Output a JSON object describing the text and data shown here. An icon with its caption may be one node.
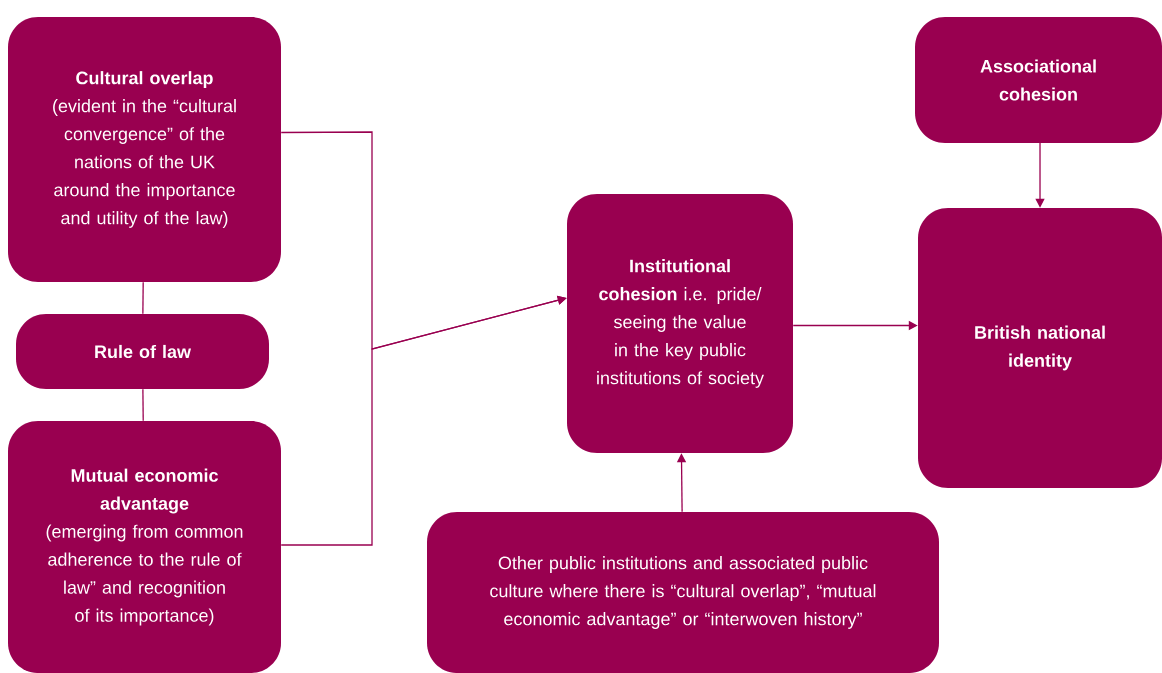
{
  "diagram": {
    "nodes": [
      {
        "text": [
          "Cultural overlap",
          "(evident in the “cultural convergence” of the nations of the UK around the importance and utility of the law)"
        ]
      },
      {
        "text": [
          "Rule of law"
        ]
      },
      {
        "text": [
          "Mutual economic advantage",
          "(emerging from common adherence to the rule of law” and recognition of its importance)"
        ]
      },
      {
        "text": [
          "**Institutional cohesion** i.e. pride/ seeing the value in the key public institutions of society"
        ]
      },
      {
        "text": [
          "Associational cohesion"
        ]
      },
      {
        "text": [
          "British national identity"
        ]
      },
      {
        "text": [
          "Other public institutions and associated public culture where there is “cultural overlap”, “mutual economic advantage” or “interwoven history”"
        ]
      }
    ],
    "edges": [
      {
        "from": 0,
        "to": 1,
        "arrow": "none"
      },
      {
        "from": 1,
        "to": 2,
        "arrow": "none"
      },
      {
        "from": 0,
        "to": 3,
        "arrow": "to"
      },
      {
        "from": 2,
        "to": 3,
        "arrow": "to"
      },
      {
        "from": 6,
        "to": 3,
        "arrow": "to"
      },
      {
        "from": 4,
        "to": 5,
        "arrow": "to"
      },
      {
        "from": 3,
        "to": 5,
        "arrow": "to"
      }
    ]
  }
}
